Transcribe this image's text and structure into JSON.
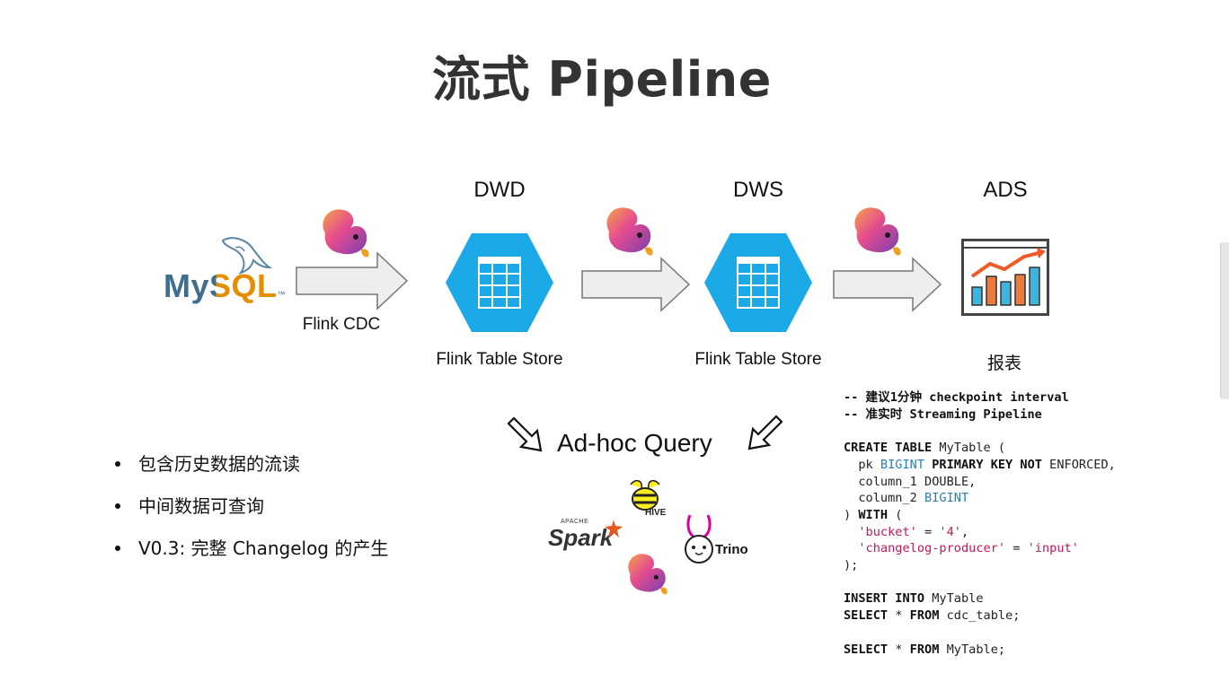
{
  "title": "流式 Pipeline",
  "layers": {
    "dwd": "DWD",
    "dws": "DWS",
    "ads": "ADS"
  },
  "source": {
    "logo_text": "MySQL",
    "logo_tm": "™"
  },
  "edges": {
    "cdc_label": "Flink CDC"
  },
  "stores": {
    "dwd_label": "Flink Table Store",
    "dws_label": "Flink Table Store"
  },
  "report": {
    "label": "报表"
  },
  "adhoc": {
    "label": "Ad-hoc Query"
  },
  "engines": {
    "spark": "Spark",
    "spark_small": "APACHE",
    "hive": "HIVE",
    "trino": "Trino"
  },
  "bullets": [
    "包含历史数据的流读",
    "中间数据可查询",
    "V0.3: 完整 Changelog 的产生"
  ],
  "code_lines": {
    "c1": "-- 建议1分钟 checkpoint interval",
    "c2": "-- 准实时 Streaming Pipeline",
    "l3a": "CREATE TABLE",
    "l3b": " MyTable (",
    "l4a": "  pk ",
    "l4b": "BIGINT",
    "l4c": " PRIMARY KEY NOT",
    "l4d": " ENFORCED,",
    "l5": "  column_1 DOUBLE,",
    "l6a": "  column_2 ",
    "l6b": "BIGINT",
    "l7a": ") ",
    "l7b": "WITH",
    "l7c": " (",
    "l8a": "  'bucket'",
    "l8b": " = ",
    "l8c": "'4'",
    "l8d": ",",
    "l9a": "  'changelog-producer'",
    "l9b": " = ",
    "l9c": "'input'",
    "l10": ");",
    "l11a": "INSERT INTO",
    "l11b": " MyTable",
    "l12a": "SELECT",
    "l12b": " * ",
    "l12c": "FROM",
    "l12d": " cdc_table;",
    "l13a": "SELECT",
    "l13b": " * ",
    "l13c": "FROM",
    "l13d": " MyTable;"
  },
  "colors": {
    "hexagon": "#1ba9e8",
    "arrow_fill": "#eeeeee",
    "arrow_stroke": "#777777",
    "mysql_blue": "#3f6e8f",
    "mysql_orange": "#e48e00",
    "keyword_type": "#2b7fb8",
    "string": "#c2185b"
  }
}
